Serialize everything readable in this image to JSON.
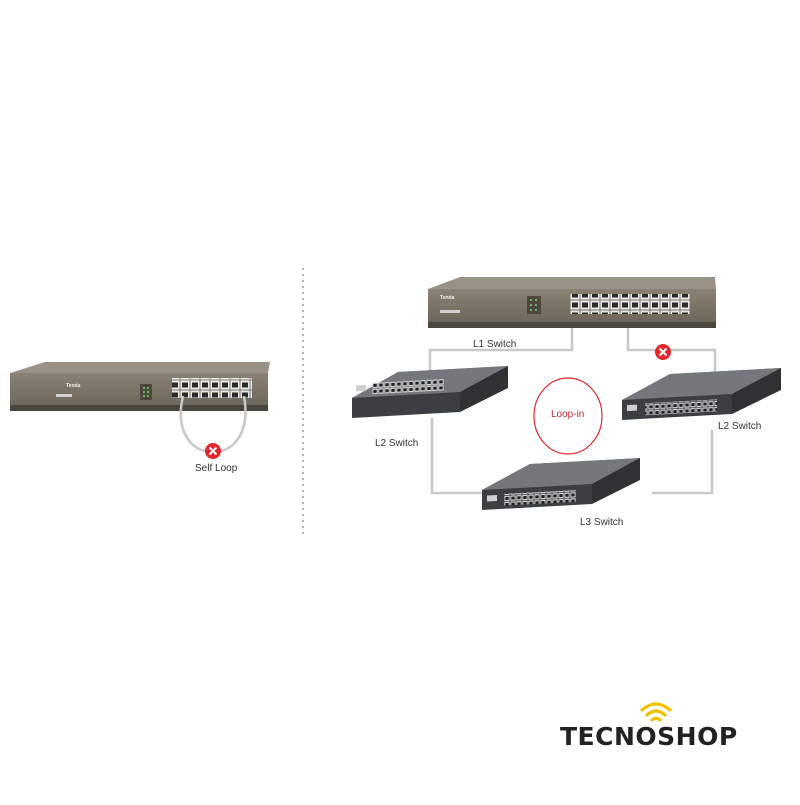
{
  "diagram": {
    "self_loop_label": "Self Loop",
    "l1_label": "L1 Switch",
    "l2_left_label": "L2 Switch",
    "l2_right_label": "L2 Switch",
    "l3_label": "L3 Switch",
    "loop_in_label": "Loop-in",
    "brand_on_device": "Tenda"
  },
  "logo": {
    "text": "TECNOSHOP",
    "accent_color": "#f2c200"
  },
  "colors": {
    "switch_body": "#6b6357",
    "switch_face": "#5a544b",
    "gray_switch": "#55585c",
    "error_red": "#e0282e",
    "cable": "#c8c8c8",
    "divider": "#b5b5b5"
  }
}
